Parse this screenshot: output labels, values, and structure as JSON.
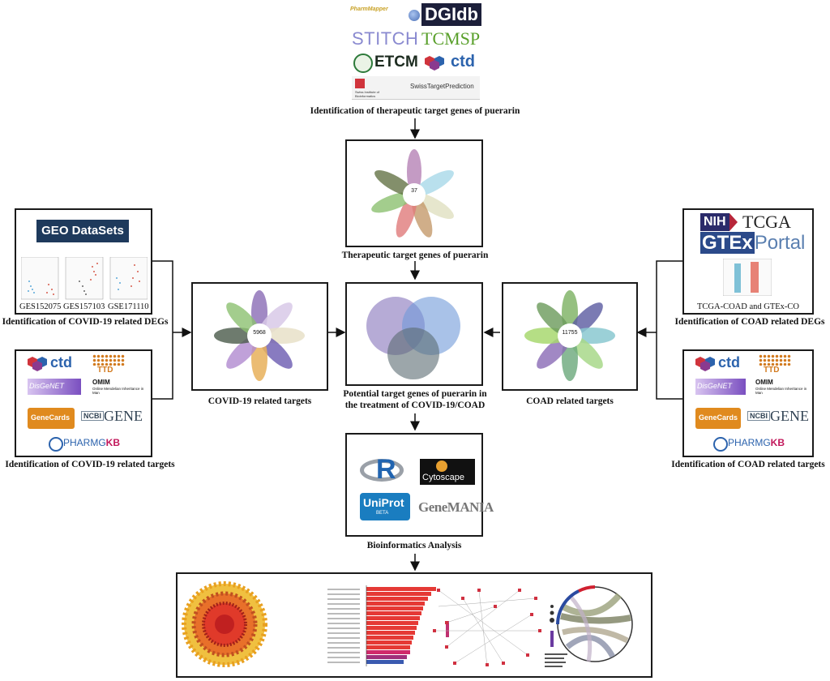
{
  "top_databases": {
    "small_logo": "PharmMapper",
    "dgidb": "DGIdb",
    "stitch": "STITCH",
    "tcmsp": "TCMSP",
    "etcm": "ETCM",
    "ctd": "ctd",
    "swiss": "SwissTargetPrediction",
    "swiss_inst": "Swiss Institute of Bioinformatics",
    "caption": "Identification of therapeutic target genes of puerarin"
  },
  "puerarin_flower": {
    "center": "37",
    "caption": "Therapeutic target genes of puerarin"
  },
  "geo_box": {
    "logo": "GEO DataSets",
    "datasets": [
      "GES152075",
      "GES157103",
      "GSE171110"
    ],
    "caption": "Identification of COVID-19 related DEGs"
  },
  "covid_db_box": {
    "ctd": "ctd",
    "ttd": "TTD",
    "omim": "OMIM",
    "omim_desc": "Online Mendelian Inheritance in Man",
    "disgenet": "DisGeNET",
    "genecards": "GeneCards",
    "ncbi": "NCBI",
    "gene": "GENE",
    "pharmgkb_a": "PHARMG",
    "pharmgkb_b": "KB",
    "caption": "Identification of COVID-19 related targets"
  },
  "covid_flower": {
    "center": "5968",
    "caption": "COVID-19 related targets"
  },
  "venn": {
    "caption_line1": "Potential target genes of puerarin in",
    "caption_line2": "the treatment of COVID-19/COAD"
  },
  "coad_flower": {
    "center": "11755",
    "caption": "COAD related targets"
  },
  "tcga_box": {
    "nih": "NIH",
    "tcga": "TCGA",
    "gtex": "GTEx",
    "portal": "Portal",
    "label": "TCGA-COAD and GTEx-CO",
    "caption": "Identification of COAD related DEGs"
  },
  "coad_db_box": {
    "ctd": "ctd",
    "ttd": "TTD",
    "omim": "OMIM",
    "omim_desc": "Online Mendelian Inheritance in Man",
    "disgenet": "DisGeNET",
    "genecards": "GeneCards",
    "ncbi": "NCBI",
    "gene": "GENE",
    "pharmgkb_a": "PHARMG",
    "pharmgkb_b": "KB",
    "caption": "Identification of COAD related targets"
  },
  "bioinfo_box": {
    "r": "R",
    "cytoscape": "Cytoscape",
    "uniprot": "UniProt",
    "beta": "BETA",
    "genemania": "GeneMANIA",
    "caption": "Bioinformatics Analysis"
  },
  "colors": {
    "stitch": "#8a8ad0",
    "tcmsp": "#5aa02c",
    "ctd_red": "#d0343c",
    "ctd_blue": "#2c63ad",
    "geo_bg": "#1e3a5c",
    "ttd": "#d27a1e",
    "pharmgkb": "#c2185b",
    "uniprot": "#1a7dc0",
    "bar": "#e53935"
  }
}
